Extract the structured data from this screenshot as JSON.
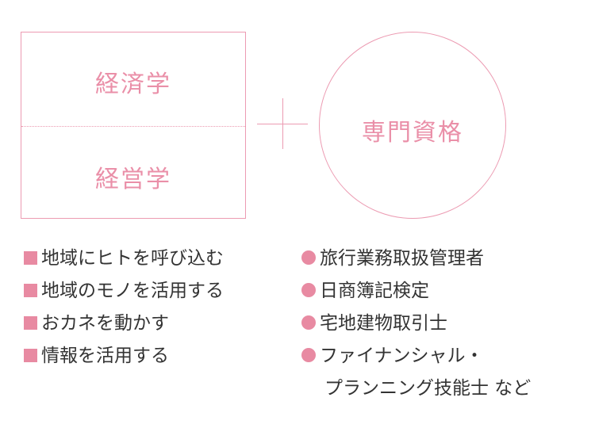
{
  "box": {
    "top_label": "経済学",
    "bottom_label": "経営学"
  },
  "circle": {
    "label": "専門資格"
  },
  "left_list": {
    "items": [
      "地域にヒトを呼び込む",
      "地域のモノを活用する",
      "おカネを動かす",
      "情報を活用する"
    ]
  },
  "right_list": {
    "items": [
      "旅行業務取扱管理者",
      "日商簿記検定",
      "宅地建物取引士",
      "ファイナンシャル・"
    ],
    "continuation": "プランニング技能士 など"
  },
  "colors": {
    "accent": "#ea8fa8",
    "marker": "#e88aa2",
    "line": "#ec9bb2",
    "text": "#333333"
  }
}
